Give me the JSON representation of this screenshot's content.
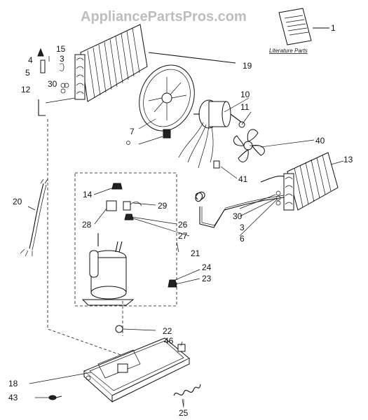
{
  "watermark": "AppliancePartsPros.com",
  "literature_label": "Literature Parts",
  "callouts": {
    "c1": "1",
    "c19": "19",
    "c15": "15",
    "c4": "4",
    "c3a": "3",
    "c5": "5",
    "c30a": "30",
    "c12": "12",
    "c10": "10",
    "c11": "11",
    "c7": "7",
    "c40": "40",
    "c13": "13",
    "c41": "41",
    "c20": "20",
    "c14": "14",
    "c29": "29",
    "c28": "28",
    "c26": "26",
    "c27": "27",
    "c30b": "30",
    "c3b": "3",
    "c6": "6",
    "c21": "21",
    "c24": "24",
    "c23": "23",
    "c22": "22",
    "c46": "46",
    "c18": "18",
    "c43": "43",
    "c25": "25"
  }
}
